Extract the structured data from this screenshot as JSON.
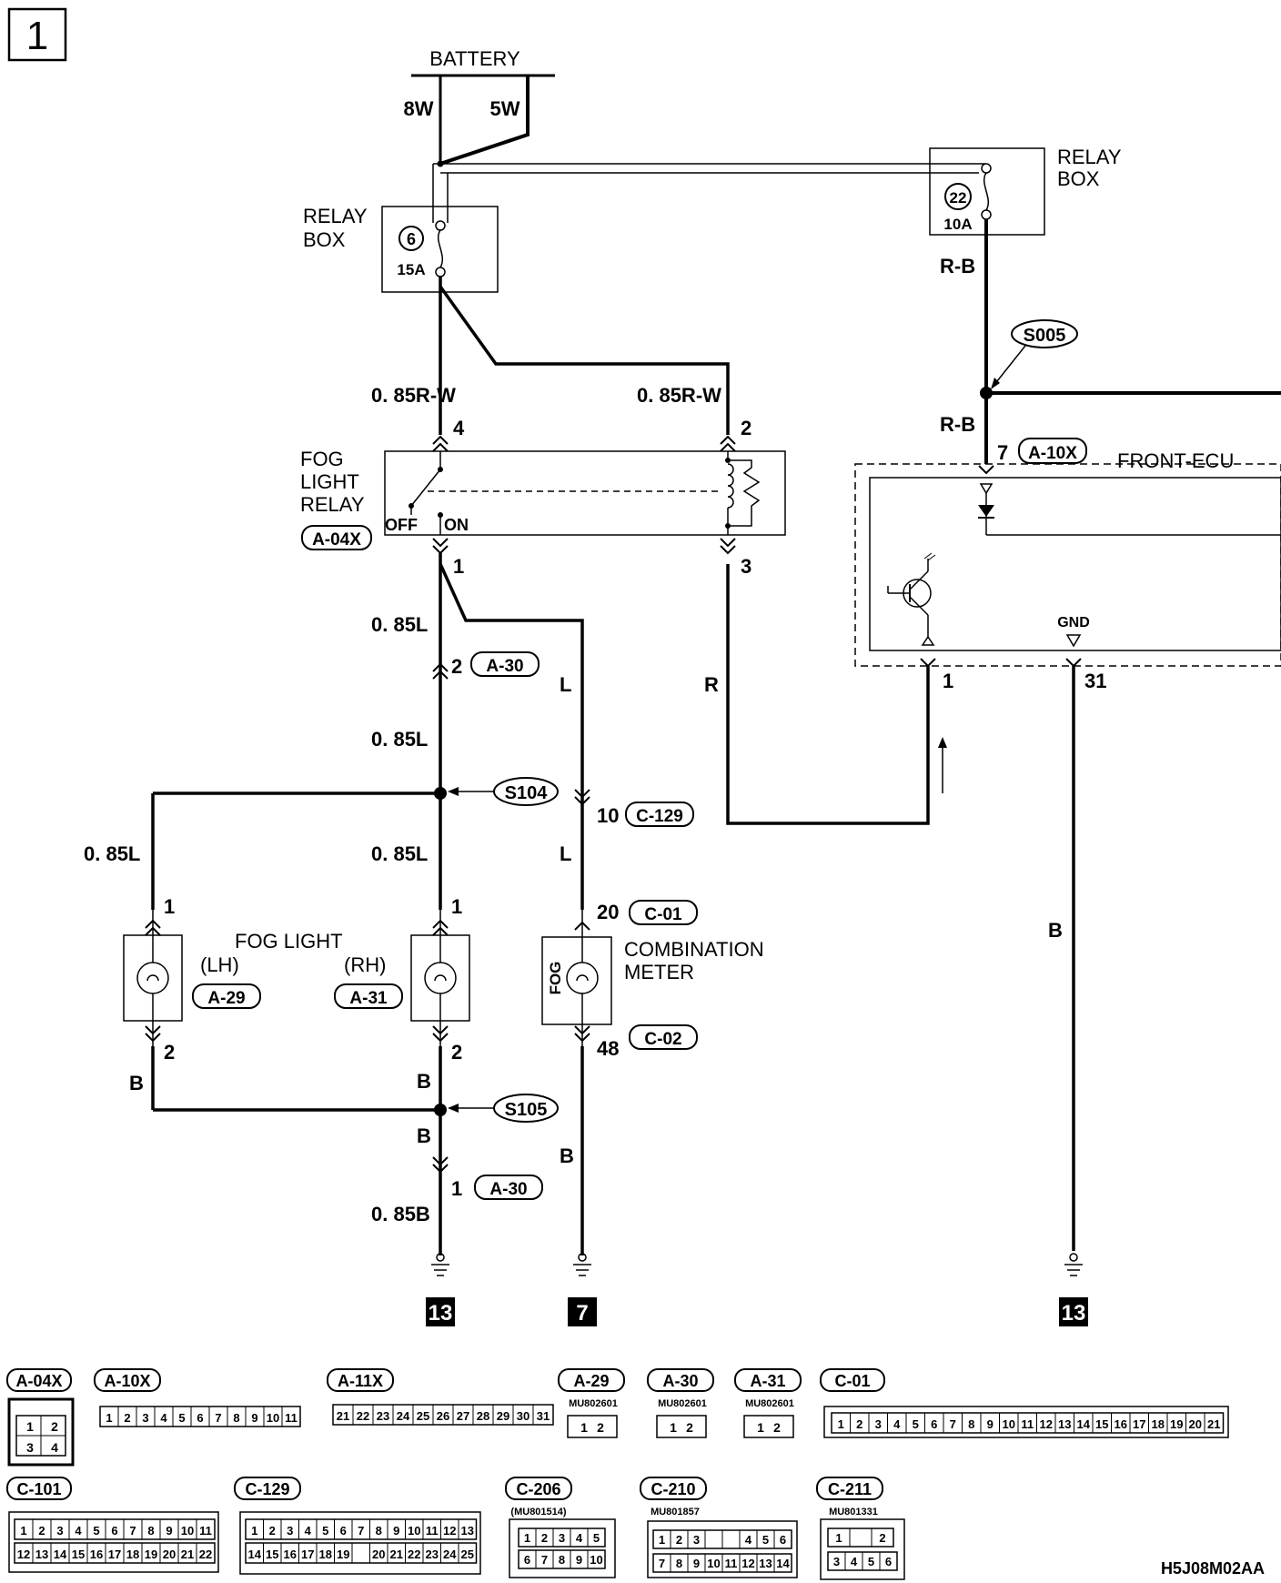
{
  "page_number": "1",
  "battery": {
    "label": "BATTERY",
    "wire_left": "8W",
    "wire_right": "5W"
  },
  "relay_box_left": {
    "label_line1": "RELAY",
    "label_line2": "BOX",
    "fuse_no": "6",
    "fuse_rating": "15A"
  },
  "relay_box_right": {
    "label_line1": "RELAY",
    "label_line2": "BOX",
    "fuse_no": "22",
    "fuse_rating": "10A"
  },
  "wires": {
    "rw_left": "0. 85R-W",
    "rw_right": "0. 85R-W",
    "rb_top": "R-B",
    "rb_bottom": "R-B",
    "l_1": "0. 85L",
    "l_2": "0. 85L",
    "l_3": "0. 85L",
    "l_4": "0. 85L",
    "l_meter_1": "L",
    "l_meter_2": "L",
    "r_relay": "R",
    "b_lh": "B",
    "b_rh": "B",
    "b_after_splice": "B",
    "b_meter": "B",
    "b_ecu": "B",
    "b_ground": "0. 85B"
  },
  "splices": {
    "s005": "S005",
    "s104": "S104",
    "s105": "S105"
  },
  "fog_relay": {
    "line1": "FOG",
    "line2": "LIGHT",
    "line3": "RELAY",
    "connector": "A-04X",
    "pin_coil_in": "2",
    "pin_switch_in": "4",
    "pin_switch_out": "1",
    "pin_coil_out": "3",
    "off": "OFF",
    "on": "ON"
  },
  "front_ecu": {
    "label": "FRONT-ECU",
    "pin_in": "7",
    "connector": "A-10X",
    "pin_out": "1",
    "gnd_label": "GND",
    "pin_gnd": "31"
  },
  "fog_light": {
    "label": "FOG LIGHT",
    "lh": "(LH)",
    "rh": "(RH)",
    "lh_connector": "A-29",
    "rh_connector": "A-31",
    "pin1": "1",
    "pin2": "2"
  },
  "a30": {
    "connector": "A-30",
    "pin_top": "2",
    "pin_bottom": "1"
  },
  "c129": {
    "connector": "C-129",
    "pin": "10"
  },
  "meter": {
    "line1": "COMBINATION",
    "line2": "METER",
    "fog_text": "FOG",
    "pin_in": "20",
    "connector_in": "C-01",
    "pin_out": "48",
    "connector_out": "C-02"
  },
  "grounds": {
    "g1": "13",
    "g2": "7",
    "g3": "13"
  },
  "connector_legend": {
    "a04x": {
      "name": "A-04X",
      "cells": [
        "1",
        "2",
        "3",
        "4"
      ]
    },
    "a10x": {
      "name": "A-10X",
      "cells": [
        "1",
        "2",
        "3",
        "4",
        "5",
        "6",
        "7",
        "8",
        "9",
        "10",
        "11"
      ]
    },
    "a11x": {
      "name": "A-11X",
      "cells": [
        "21",
        "22",
        "23",
        "24",
        "25",
        "26",
        "27",
        "28",
        "29",
        "30",
        "31"
      ]
    },
    "a29": {
      "name": "A-29",
      "part": "MU802601",
      "cells": [
        "1",
        "2"
      ]
    },
    "a30": {
      "name": "A-30",
      "part": "MU802601",
      "cells": [
        "1",
        "2"
      ]
    },
    "a31": {
      "name": "A-31",
      "part": "MU802601",
      "cells": [
        "1",
        "2"
      ]
    },
    "c01": {
      "name": "C-01",
      "cells": [
        "1",
        "2",
        "3",
        "4",
        "5",
        "6",
        "7",
        "8",
        "9",
        "10",
        "11",
        "12",
        "13",
        "14",
        "15",
        "16",
        "17",
        "18",
        "19",
        "20",
        "21"
      ]
    },
    "c101": {
      "name": "C-101",
      "row1": [
        "1",
        "2",
        "3",
        "4",
        "5",
        "6",
        "7",
        "8",
        "9",
        "10",
        "11"
      ],
      "row2": [
        "12",
        "13",
        "14",
        "15",
        "16",
        "17",
        "18",
        "19",
        "20",
        "21",
        "22"
      ]
    },
    "c129": {
      "name": "C-129",
      "row1": [
        "1",
        "2",
        "3",
        "4",
        "5",
        "6",
        "7",
        "8",
        "9",
        "10",
        "11",
        "12",
        "13"
      ],
      "row2": [
        "14",
        "15",
        "16",
        "17",
        "18",
        "19",
        "",
        "20",
        "21",
        "22",
        "23",
        "24",
        "25"
      ]
    },
    "c206": {
      "name": "C-206",
      "part": "(MU801514)",
      "row1": [
        "1",
        "2",
        "3",
        "4",
        "5"
      ],
      "row2": [
        "6",
        "7",
        "8",
        "9",
        "10"
      ]
    },
    "c210": {
      "name": "C-210",
      "part": "MU801857",
      "row1": [
        "1",
        "2",
        "3",
        "",
        "",
        "4",
        "5",
        "6"
      ],
      "row2": [
        "7",
        "8",
        "9",
        "10",
        "11",
        "12",
        "13",
        "14"
      ]
    },
    "c211": {
      "name": "C-211",
      "part": "MU801331",
      "row1": [
        "1",
        "",
        "2"
      ],
      "row2": [
        "3",
        "4",
        "5",
        "6"
      ]
    }
  },
  "figure_code": "H5J08M02AA"
}
